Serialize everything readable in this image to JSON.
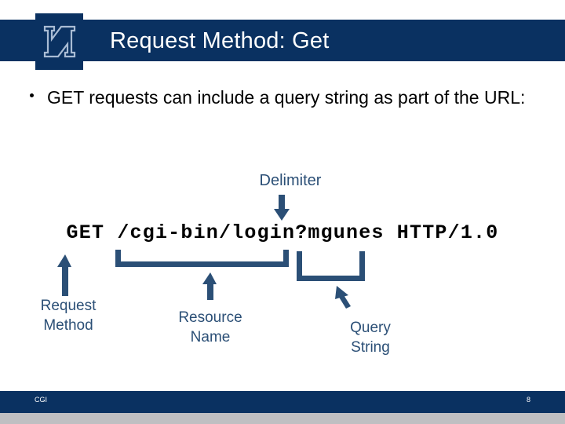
{
  "slide": {
    "background": "#ffffff",
    "accent_navy": "#0a3161",
    "accent_steel": "#2b4f76",
    "bottom_strip": "#bfbfc2"
  },
  "header": {
    "title": "Request Method: Get",
    "logo_name": "university-of-nevada-block-n-logo",
    "logo_letter": "N"
  },
  "body": {
    "bullet": "GET requests can include a query string as part of the URL:"
  },
  "diagram": {
    "delimiter_label": "Delimiter",
    "code_line": "GET /cgi-bin/login?mgunes HTTP/1.0",
    "request_method_label": "Request\nMethod",
    "request_method_label_line1": "Request",
    "request_method_label_line2": "Method",
    "resource_name_label_line1": "Resource",
    "resource_name_label_line2": "Name",
    "query_string_label_line1": "Query",
    "query_string_label_line2": "String",
    "annotations": [
      {
        "name": "delimiter",
        "target": "?",
        "arrow": "down"
      },
      {
        "name": "request-method",
        "target": "GET",
        "arrow": "up"
      },
      {
        "name": "resource-name",
        "target": "/cgi-bin/login",
        "arrow": "up-bracket"
      },
      {
        "name": "query-string",
        "target": "mgunes",
        "arrow": "diagonal-bracket"
      }
    ]
  },
  "footer": {
    "left_label": "CGI",
    "page_number": "8"
  }
}
